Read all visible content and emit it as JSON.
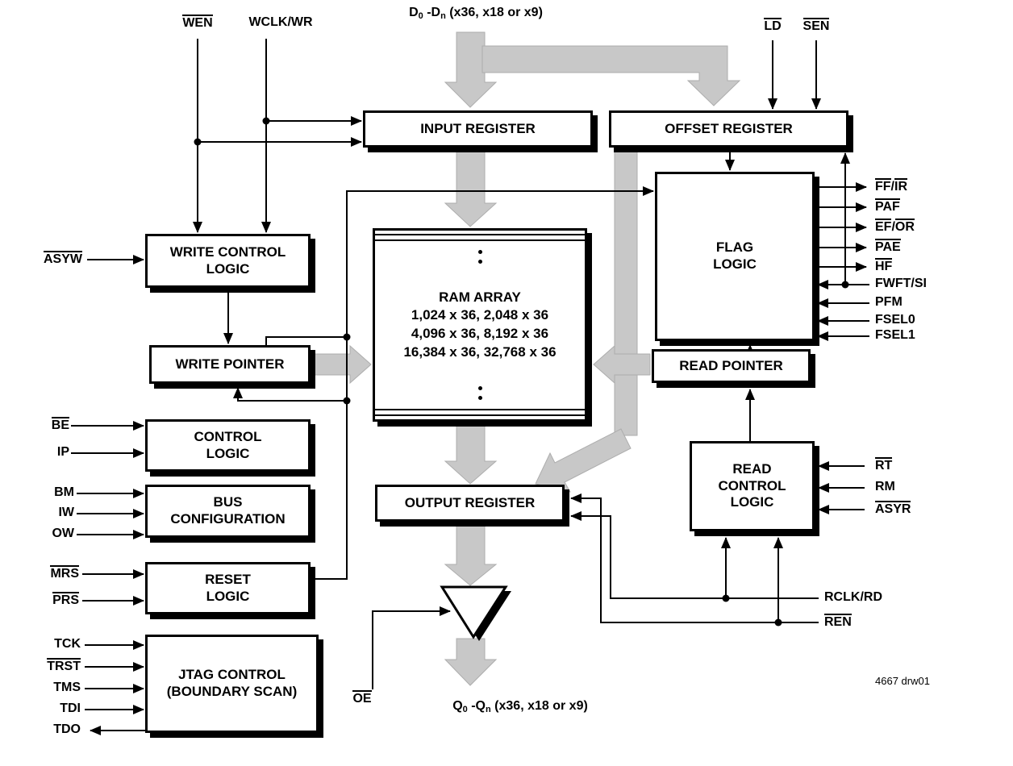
{
  "colors": {
    "wire": "#000000",
    "bus_fill": "#c8c8c8",
    "box_background": "#ffffff",
    "shadow": "#000000"
  },
  "note": "4667 drw01",
  "blocks": {
    "input_register": "INPUT REGISTER",
    "offset_register": "OFFSET REGISTER",
    "flag_logic": [
      "FLAG",
      "LOGIC"
    ],
    "write_control_logic": [
      "WRITE CONTROL",
      "LOGIC"
    ],
    "write_pointer": "WRITE POINTER",
    "read_pointer": "READ POINTER",
    "control_logic": [
      "CONTROL",
      "LOGIC"
    ],
    "bus_configuration": [
      "BUS",
      "CONFIGURATION"
    ],
    "reset_logic": [
      "RESET",
      "LOGIC"
    ],
    "jtag_control": [
      "JTAG CONTROL",
      "(BOUNDARY SCAN)"
    ],
    "read_control_logic": [
      "READ",
      "CONTROL",
      "LOGIC"
    ],
    "output_register": "OUTPUT REGISTER",
    "ram": {
      "title": "RAM ARRAY",
      "sizes": [
        "1,024 x 36, 2,048 x 36",
        "4,096 x 36, 8,192 x 36",
        "16,384 x 36, 32,768 x 36"
      ]
    }
  },
  "signals": {
    "wen": [
      {
        "t": "WEN",
        "over": true
      }
    ],
    "wclk_wr": [
      {
        "t": "WCLK/WR"
      }
    ],
    "d_bus": [
      {
        "t": "D"
      },
      {
        "t": "0",
        "sub": true
      },
      {
        "t": " -D"
      },
      {
        "t": "n",
        "sub": true
      },
      {
        "t": "  (x36, x18 or x9)"
      }
    ],
    "ld": [
      {
        "t": "LD",
        "over": true
      }
    ],
    "sen": [
      {
        "t": "SEN",
        "over": true
      }
    ],
    "asyw": [
      {
        "t": "ASYW",
        "over": true
      }
    ],
    "ff_ir": [
      {
        "t": "FF",
        "over": true
      },
      {
        "t": "/"
      },
      {
        "t": "IR",
        "over": true
      }
    ],
    "paf": [
      {
        "t": "PAF",
        "over": true
      }
    ],
    "ef_or": [
      {
        "t": "EF",
        "over": true
      },
      {
        "t": "/"
      },
      {
        "t": "OR",
        "over": true
      }
    ],
    "pae": [
      {
        "t": "PAE",
        "over": true
      }
    ],
    "hf": [
      {
        "t": "HF",
        "over": true
      }
    ],
    "fwft_si": [
      {
        "t": "FWFT/SI"
      }
    ],
    "pfm": [
      {
        "t": "PFM"
      }
    ],
    "fsel0": [
      {
        "t": "FSEL0"
      }
    ],
    "fsel1": [
      {
        "t": "FSEL1"
      }
    ],
    "be": [
      {
        "t": "BE",
        "over": true
      }
    ],
    "ip": [
      {
        "t": "IP"
      }
    ],
    "bm": [
      {
        "t": "BM"
      }
    ],
    "iw": [
      {
        "t": "IW"
      }
    ],
    "ow": [
      {
        "t": "OW"
      }
    ],
    "mrs": [
      {
        "t": "MRS",
        "over": true
      }
    ],
    "prs": [
      {
        "t": "PRS",
        "over": true
      }
    ],
    "tck": [
      {
        "t": "TCK"
      }
    ],
    "trst": [
      {
        "t": "TRST",
        "over": true
      }
    ],
    "tms": [
      {
        "t": "TMS"
      }
    ],
    "tdi": [
      {
        "t": "TDI"
      }
    ],
    "tdo": [
      {
        "t": "TDO"
      }
    ],
    "rt": [
      {
        "t": "RT",
        "over": true
      }
    ],
    "rm": [
      {
        "t": "RM"
      }
    ],
    "asyr": [
      {
        "t": "ASYR",
        "over": true
      }
    ],
    "rclk_rd": [
      {
        "t": "RCLK/RD"
      }
    ],
    "ren": [
      {
        "t": "REN",
        "over": true
      }
    ],
    "oe": [
      {
        "t": "OE",
        "over": true
      }
    ],
    "q_bus": [
      {
        "t": "Q"
      },
      {
        "t": "0",
        "sub": true
      },
      {
        "t": " -Q"
      },
      {
        "t": "n",
        "sub": true
      },
      {
        "t": " (x36, x18 or x9)"
      }
    ]
  }
}
